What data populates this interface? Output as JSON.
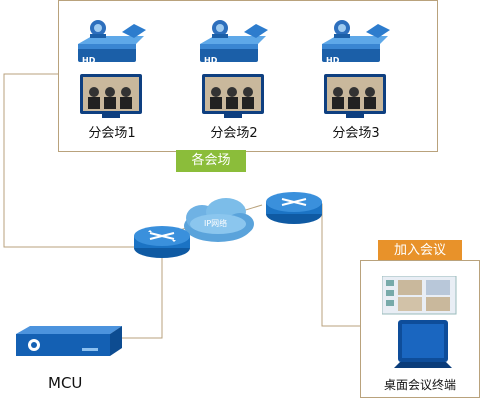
{
  "branches": [
    {
      "label": "分会场1"
    },
    {
      "label": "分会场2"
    },
    {
      "label": "分会场3"
    }
  ],
  "codec_badge": "HD",
  "group_tag": "各会场",
  "join_tag": "加入会议",
  "network_cloud": "IP网络",
  "mcu_label": "MCU",
  "desktop_label": "桌面会议终端",
  "colors": {
    "connector": "#b9a27c",
    "green_tag": "#8bbd3a",
    "orange_tag": "#e8922a",
    "router": "#1b73c4",
    "cloud": "#4a9ad6"
  }
}
